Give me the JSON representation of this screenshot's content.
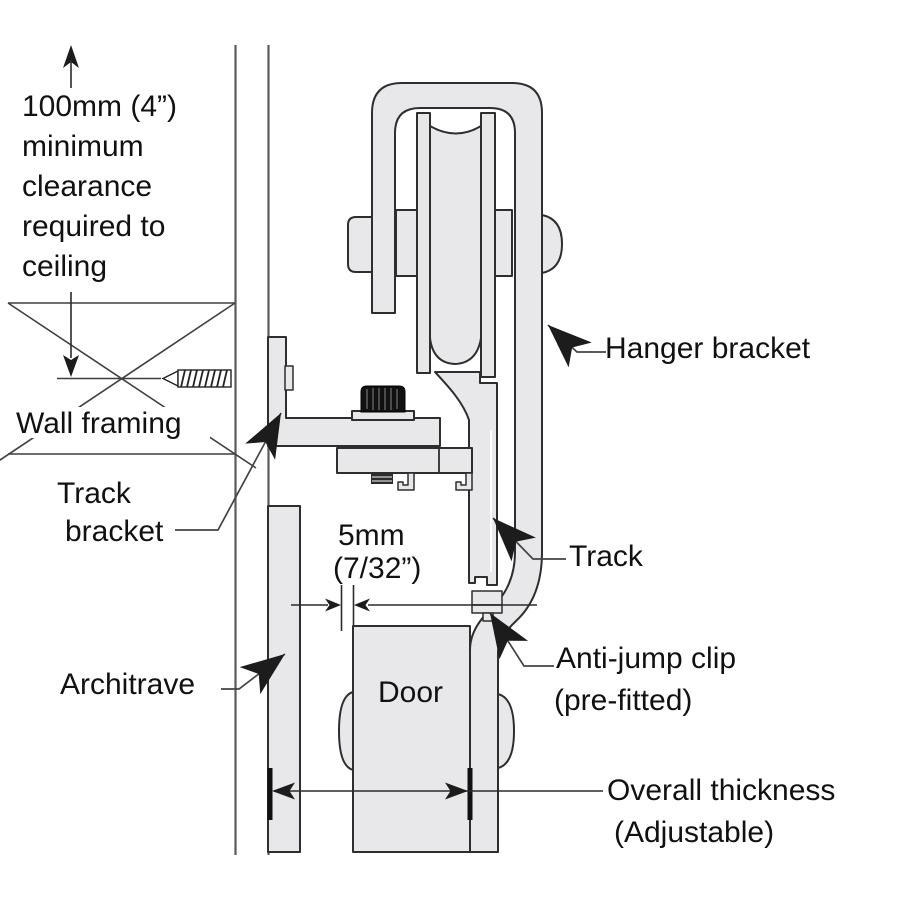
{
  "labels": {
    "clearance_line1": "100mm (4”)",
    "clearance_line2": "minimum",
    "clearance_line3": "clearance",
    "clearance_line4": "required to",
    "clearance_line5": "ceiling",
    "wall_framing": "Wall framing",
    "track_bracket_line1": "Track",
    "track_bracket_line2": "bracket",
    "hanger_bracket": "Hanger bracket",
    "track": "Track",
    "gap_line1": "5mm",
    "gap_line2": "(7/32”)",
    "architrave": "Architrave",
    "door": "Door",
    "anti_jump_line1": "Anti-jump clip",
    "anti_jump_line2": "(pre-fitted)",
    "overall_line1": "Overall thickness",
    "overall_line2": "(Adjustable)"
  },
  "colors": {
    "background": "#ffffff",
    "part_fill": "#e8e8ea",
    "part_outline": "#2e2e2e",
    "leader_line": "#444444",
    "text": "#111111",
    "knob_fill": "#111111"
  }
}
